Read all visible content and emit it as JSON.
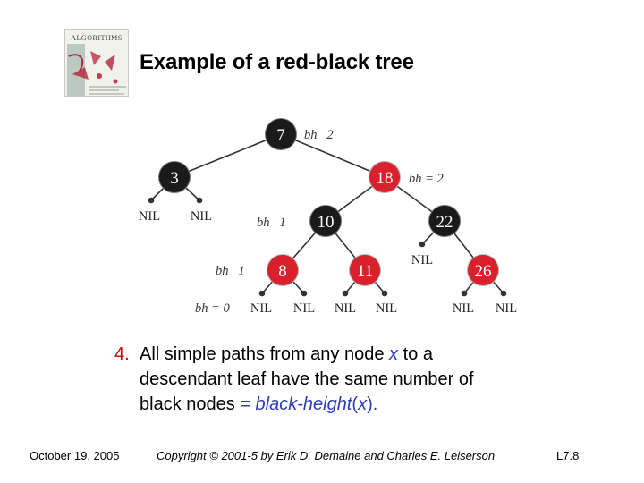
{
  "cover": {
    "title": "ALGORITHMS"
  },
  "title": "Example of a red-black tree",
  "tree": {
    "nodes": [
      {
        "key": "7",
        "color": "black"
      },
      {
        "key": "3",
        "color": "black"
      },
      {
        "key": "18",
        "color": "red"
      },
      {
        "key": "10",
        "color": "black"
      },
      {
        "key": "22",
        "color": "black"
      },
      {
        "key": "8",
        "color": "red"
      },
      {
        "key": "11",
        "color": "red"
      },
      {
        "key": "26",
        "color": "red"
      }
    ],
    "nil_label": "NIL",
    "bh_labels": {
      "root": "bh   2",
      "n18": "bh = 2",
      "n10": "bh   1",
      "n8": "bh   1",
      "leaves": "bh = 0"
    },
    "colors": {
      "red_node": "#d8212a",
      "black_node": "#1a1a1a",
      "node_text": "#ffffff",
      "nil_text": "#222222"
    }
  },
  "property": {
    "number": "4.",
    "line1_a": "All simple paths from any node ",
    "line1_x": "x",
    "line1_b": " to a",
    "line2": "descendant leaf have the same number of",
    "line3_a": "black nodes ",
    "line3_b": "= ",
    "line3_c": "black-height",
    "line3_d": "(",
    "line3_e": "x",
    "line3_f": ")",
    "line3_g": "."
  },
  "footer": {
    "date": "October 19, 2005",
    "copyright": "Copyright © 2001-5 by Erik D. Demaine and Charles E. Leiserson",
    "slide": "L7.8"
  }
}
